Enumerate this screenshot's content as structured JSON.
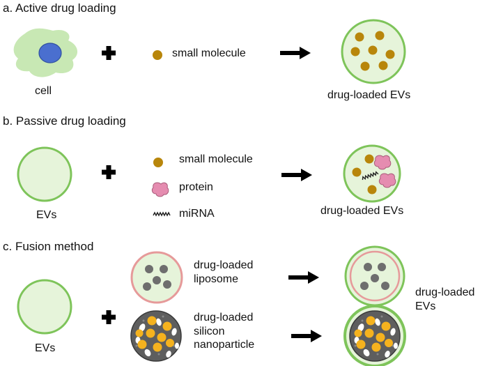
{
  "colors": {
    "ev_fill": "#e6f4da",
    "ev_stroke": "#7ec45a",
    "cell_fill": "#c8e8b4",
    "nucleus": "#4a6fcf",
    "small_molecule": "#b8860b",
    "protein": "#e58cb0",
    "liposome_stroke": "#e69a9a",
    "drug_dot": "#6e6e6e",
    "silicon_fill": "#5e5e5e",
    "silicon_gold": "#f5b21e",
    "arrow": "#000000"
  },
  "panel_a": {
    "title": "a. Active drug loading",
    "cell_label": "cell",
    "molecule_label": "small molecule",
    "result_label": "drug-loaded EVs"
  },
  "panel_b": {
    "title": "b. Passive drug loading",
    "ev_label": "EVs",
    "molecule_label": "small molecule",
    "protein_label": "protein",
    "mirna_label": "miRNA",
    "result_label": "drug-loaded EVs"
  },
  "panel_c": {
    "title": "c. Fusion method",
    "ev_label": "EVs",
    "liposome_label": "drug-loaded\nliposome",
    "silicon_label": "drug-loaded\nsilicon\nnanoparticle",
    "result_label": "drug-loaded\nEVs"
  }
}
